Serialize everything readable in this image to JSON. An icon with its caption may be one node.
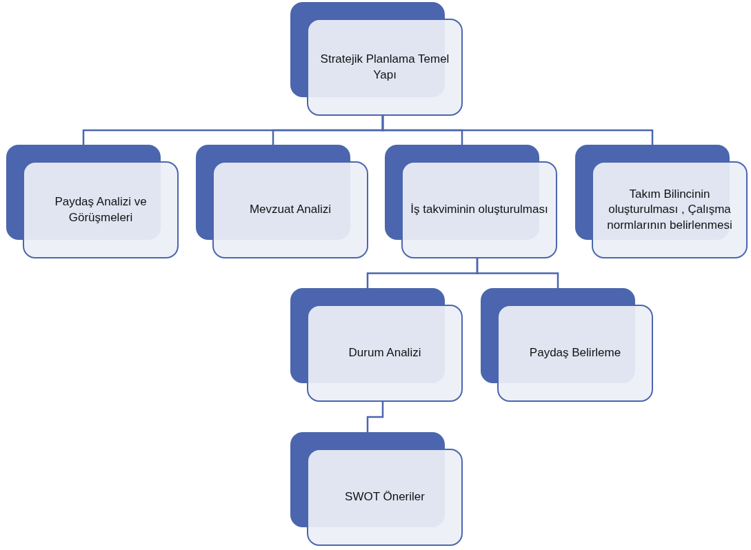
{
  "diagram": {
    "nodes": [
      {
        "text": [
          "Stratejik Planlama Temel Yapı"
        ]
      },
      {
        "text": [
          "Paydaş Analizi ve Görüşmeleri"
        ]
      },
      {
        "text": [
          "Mevzuat Analizi"
        ]
      },
      {
        "text": [
          "İş takviminin oluşturulması"
        ]
      },
      {
        "text": [
          "Takım Bilincinin oluşturulması , Çalışma normlarının belirlenmesi"
        ]
      },
      {
        "text": [
          "Durum Analizi"
        ]
      },
      {
        "text": [
          "Paydaş Belirleme"
        ]
      },
      {
        "text": [
          "SWOT Öneriler"
        ]
      }
    ],
    "edges": [
      {
        "from": 0,
        "to": 1,
        "arrow": "none"
      },
      {
        "from": 0,
        "to": 2,
        "arrow": "none"
      },
      {
        "from": 0,
        "to": 3,
        "arrow": "none"
      },
      {
        "from": 0,
        "to": 4,
        "arrow": "none"
      },
      {
        "from": 3,
        "to": 5,
        "arrow": "none"
      },
      {
        "from": 3,
        "to": 6,
        "arrow": "none"
      },
      {
        "from": 5,
        "to": 7,
        "arrow": "none"
      }
    ]
  }
}
